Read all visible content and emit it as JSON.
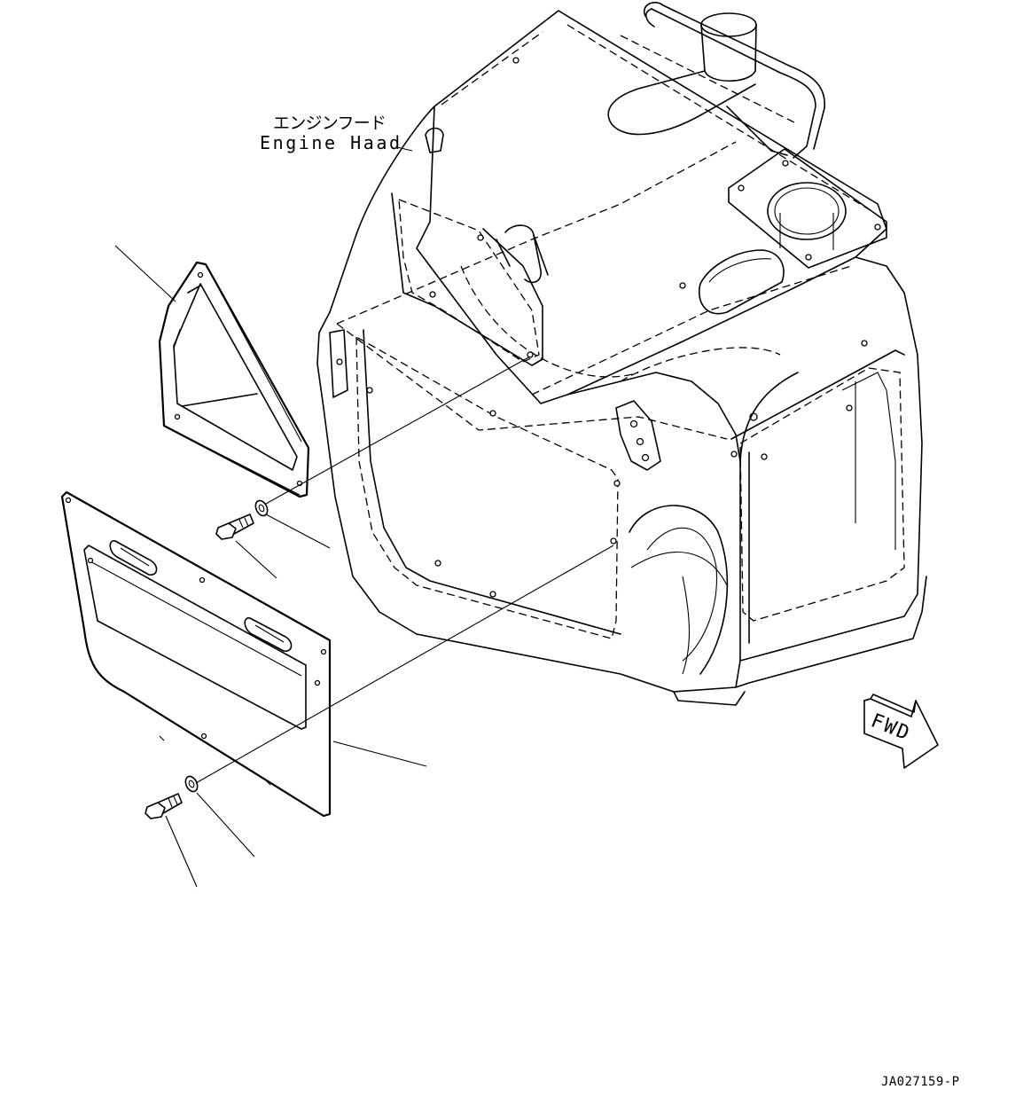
{
  "labels": {
    "engine_hood_jp": "エンジンフード",
    "engine_hood_en": "Engine Haad",
    "fwd": "FWD",
    "drawing_number": "JA027159-P"
  }
}
